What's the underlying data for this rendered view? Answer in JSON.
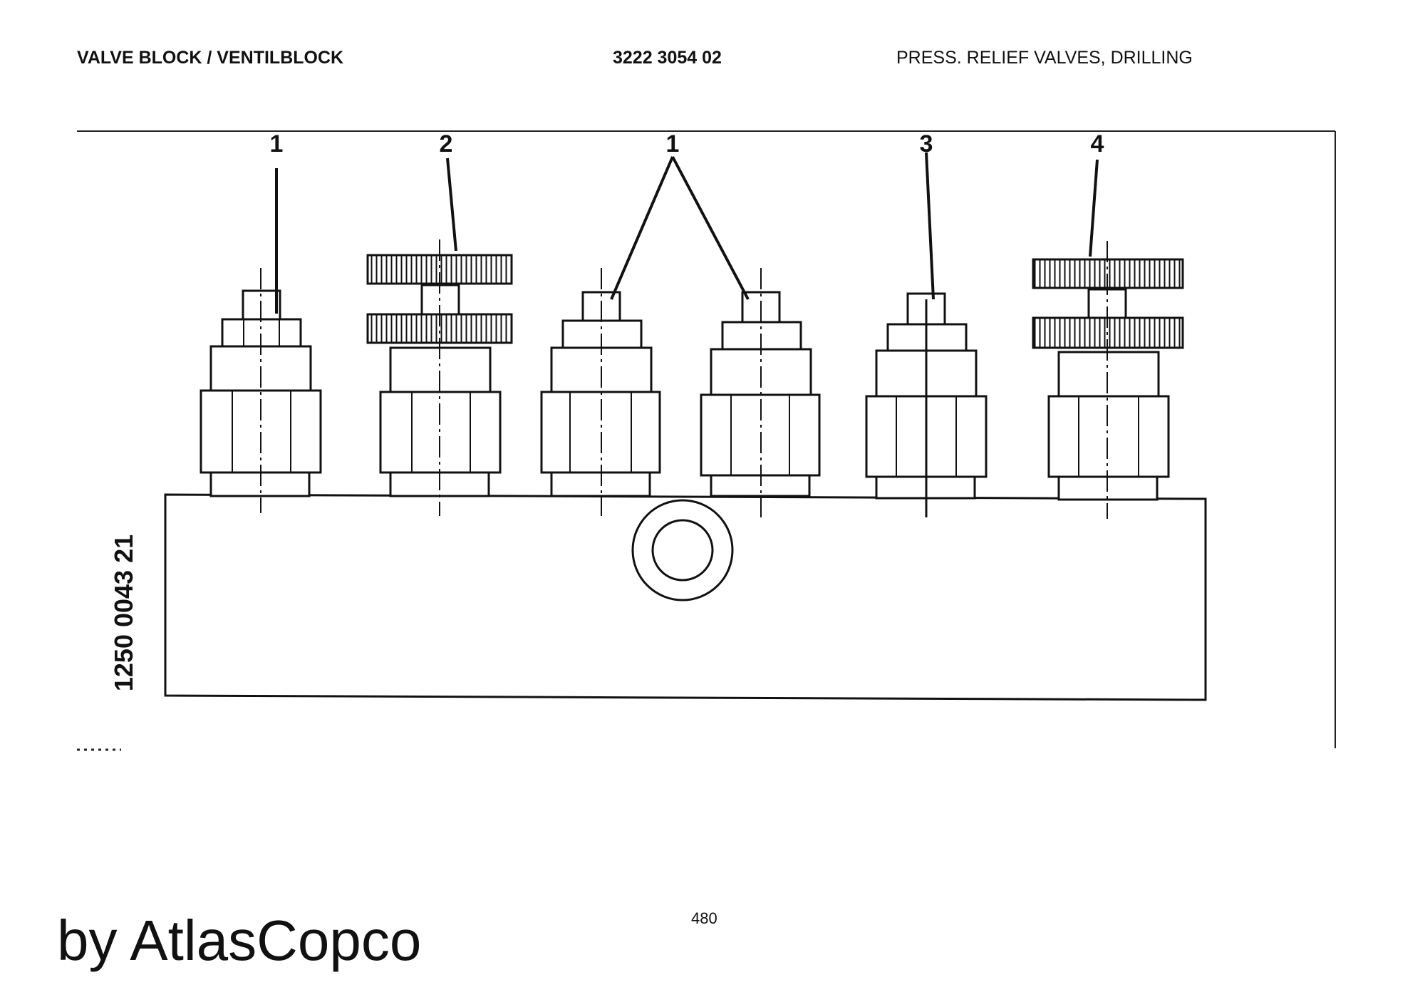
{
  "header": {
    "title": "VALVE BLOCK / VENTILBLOCK",
    "part_number": "3222 3054 02",
    "description": "PRESS. RELIEF VALVES, DRILLING"
  },
  "diagram": {
    "callouts": [
      "1",
      "2",
      "1",
      "3",
      "4"
    ],
    "drawing_number": "1250 0043 21"
  },
  "footer": {
    "page_number": "480",
    "brand": "by AtlasCopco"
  }
}
